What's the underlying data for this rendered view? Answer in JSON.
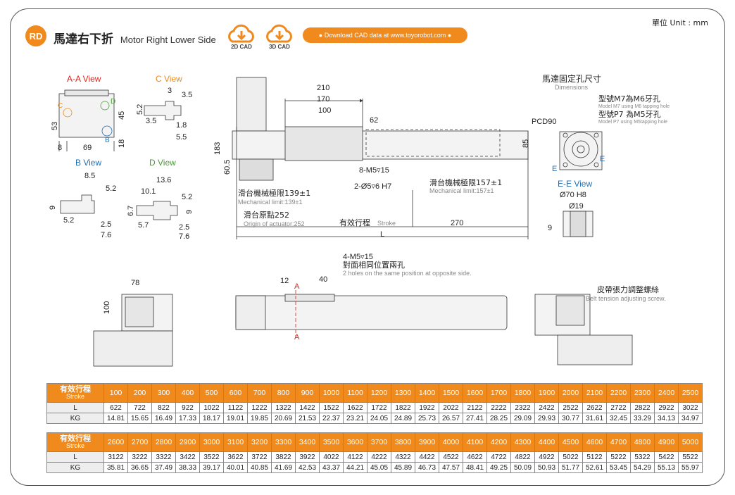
{
  "header": {
    "badge": "RD",
    "title_zh": "馬達右下折",
    "title_en": "Motor Right Lower Side",
    "cad2d": "2D CAD",
    "cad3d": "3D CAD",
    "download": "● Download CAD data at www.toyorobot.com ●",
    "unit": "單位 Unit : mm"
  },
  "views": {
    "aa": "A-A View",
    "c": "C View",
    "b": "B View",
    "d": "D View",
    "ee": "E-E View",
    "aa_dims": [
      "53",
      "8",
      "69",
      "18",
      "45",
      "C",
      "D",
      "B"
    ],
    "c_dims": [
      "3",
      "3.5",
      "5.2",
      "3.5",
      "1.8",
      "5.5"
    ],
    "b_dims": [
      "8.5",
      "5.2",
      "9",
      "5.2",
      "2.5",
      "7.6"
    ],
    "d_dims": [
      "13.6",
      "10.1",
      "5.2",
      "6.7",
      "9",
      "5.7",
      "2.5",
      "7.6"
    ],
    "ee_dims": [
      "Ø70 H8",
      "Ø19",
      "9"
    ]
  },
  "main": {
    "dims": [
      "210",
      "170",
      "100",
      "62",
      "183",
      "60.5",
      "85",
      "8-M5▿15",
      "2-Ø5▿6  H7",
      "270",
      "L"
    ],
    "mech_left_zh": "滑台機械極限139±1",
    "mech_left_en": "Mechanical limit:139±1",
    "origin_zh": "滑台原點252",
    "origin_en": "Origin of actuator:252",
    "stroke_zh": "有效行程",
    "stroke_en": "Stroke",
    "mech_right_zh": "滑台機械極限157±1",
    "mech_right_en": "Mechanical limit:157±1"
  },
  "motor_holes": {
    "title_zh": "馬達固定孔尺寸",
    "title_en": "Dimensions",
    "m7_zh": "型號M7為M6牙孔",
    "m7_en": "Model M7 using M6 tapping hole",
    "p7_zh": "型號P7 為M5牙孔",
    "p7_en": "Model P7 using M5tapping hole",
    "pcd": "PCD90",
    "e": "E"
  },
  "bottom": {
    "dims": [
      "78",
      "100",
      "12",
      "40",
      "A"
    ],
    "holes_m": "4-M5▿15",
    "holes_zh": "對面相同位置兩孔",
    "holes_en": "2 holes on the same position at opposite side.",
    "belt_zh": "皮帶張力調整螺絲",
    "belt_en": "Belt tension adjusting screw."
  },
  "table": {
    "head_zh": "有效行程",
    "head_en": "Stroke",
    "row_l": "L",
    "row_kg": "KG",
    "block1": {
      "stroke": [
        "100",
        "200",
        "300",
        "400",
        "500",
        "600",
        "700",
        "800",
        "900",
        "1000",
        "1100",
        "1200",
        "1300",
        "1400",
        "1500",
        "1600",
        "1700",
        "1800",
        "1900",
        "2000",
        "2100",
        "2200",
        "2300",
        "2400",
        "2500"
      ],
      "L": [
        "622",
        "722",
        "822",
        "922",
        "1022",
        "1122",
        "1222",
        "1322",
        "1422",
        "1522",
        "1622",
        "1722",
        "1822",
        "1922",
        "2022",
        "2122",
        "2222",
        "2322",
        "2422",
        "2522",
        "2622",
        "2722",
        "2822",
        "2922",
        "3022"
      ],
      "KG": [
        "14.81",
        "15.65",
        "16.49",
        "17.33",
        "18.17",
        "19.01",
        "19.85",
        "20.69",
        "21.53",
        "22.37",
        "23.21",
        "24.05",
        "24.89",
        "25.73",
        "26.57",
        "27.41",
        "28.25",
        "29.09",
        "29.93",
        "30.77",
        "31.61",
        "32.45",
        "33.29",
        "34.13",
        "34.97"
      ]
    },
    "block2": {
      "stroke": [
        "2600",
        "2700",
        "2800",
        "2900",
        "3000",
        "3100",
        "3200",
        "3300",
        "3400",
        "3500",
        "3600",
        "3700",
        "3800",
        "3900",
        "4000",
        "4100",
        "4200",
        "4300",
        "4400",
        "4500",
        "4600",
        "4700",
        "4800",
        "4900",
        "5000"
      ],
      "L": [
        "3122",
        "3222",
        "3322",
        "3422",
        "3522",
        "3622",
        "3722",
        "3822",
        "3922",
        "4022",
        "4122",
        "4222",
        "4322",
        "4422",
        "4522",
        "4622",
        "4722",
        "4822",
        "4922",
        "5022",
        "5122",
        "5222",
        "5322",
        "5422",
        "5522"
      ],
      "KG": [
        "35.81",
        "36.65",
        "37.49",
        "38.33",
        "39.17",
        "40.01",
        "40.85",
        "41.69",
        "42.53",
        "43.37",
        "44.21",
        "45.05",
        "45.89",
        "46.73",
        "47.57",
        "48.41",
        "49.25",
        "50.09",
        "50.93",
        "51.77",
        "52.61",
        "53.45",
        "54.29",
        "55.13",
        "55.97"
      ]
    }
  },
  "colors": {
    "accent": "#f08a1c",
    "view_title_red": "#d7261e",
    "view_title_orange": "#e98a1c",
    "view_title_green": "#4a9a3a",
    "view_title_blue": "#1f6fb5"
  }
}
